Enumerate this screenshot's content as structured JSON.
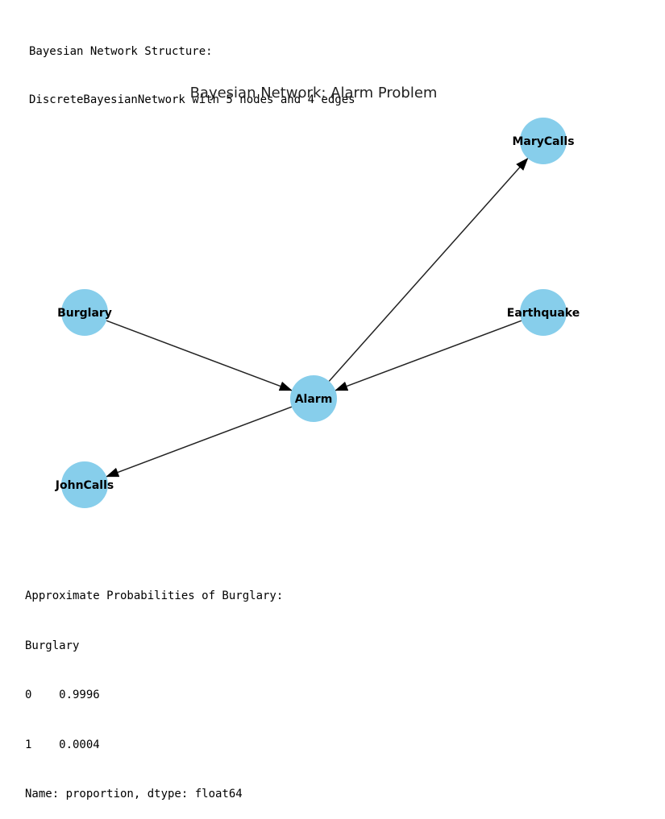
{
  "output_top": {
    "lines": [
      "Bayesian Network Structure:",
      "DiscreteBayesianNetwork with 5 nodes and 4 edges"
    ]
  },
  "figure": {
    "title": "Bayesian Network: Alarm Problem",
    "node_color": "#87CEEB",
    "edge_color": "#222222",
    "nodes": [
      {
        "id": "MaryCalls",
        "label": "MaryCalls"
      },
      {
        "id": "Burglary",
        "label": "Burglary"
      },
      {
        "id": "Earthquake",
        "label": "Earthquake"
      },
      {
        "id": "Alarm",
        "label": "Alarm"
      },
      {
        "id": "JohnCalls",
        "label": "JohnCalls"
      }
    ],
    "edges": [
      {
        "from": "Burglary",
        "to": "Alarm"
      },
      {
        "from": "Earthquake",
        "to": "Alarm"
      },
      {
        "from": "Alarm",
        "to": "MaryCalls"
      },
      {
        "from": "Alarm",
        "to": "JohnCalls"
      }
    ]
  },
  "output_bottom": {
    "lines": [
      "Approximate Probabilities of Burglary:",
      "Burglary",
      "0    0.9996",
      "1    0.0004",
      "Name: proportion, dtype: float64"
    ]
  }
}
